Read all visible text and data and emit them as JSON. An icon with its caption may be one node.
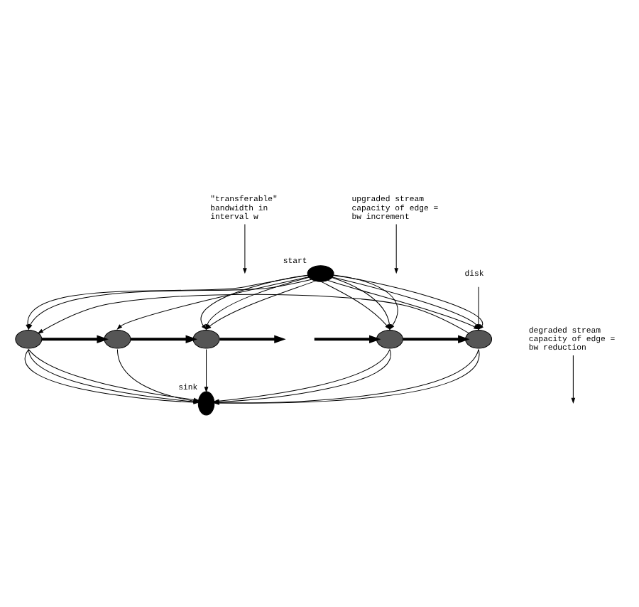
{
  "diagram": {
    "nodes": [
      {
        "text": [
          "\"transferable\" bandwidth in interval w"
        ]
      },
      {
        "text": [
          "upgraded stream capacity of edge = bw increment"
        ]
      },
      {
        "text": [],
        "shape": "ellipse",
        "beside": [
          "start"
        ]
      },
      {
        "text": [
          "disk"
        ]
      },
      {
        "text": [],
        "shape": "ellipse"
      },
      {
        "text": [],
        "shape": "ellipse"
      },
      {
        "text": [],
        "shape": "ellipse"
      },
      {
        "text": [],
        "shape": "ellipse"
      },
      {
        "text": [],
        "shape": "ellipse"
      },
      {
        "text": [],
        "shape": "ellipse",
        "beside": [
          "sink"
        ]
      },
      {
        "text": [
          "degraded stream capacity of edge = bw reduction"
        ]
      }
    ],
    "edges": [
      {
        "from": 2,
        "to": 4,
        "arrow": "to"
      },
      {
        "from": 2,
        "to": 4,
        "arrow": "to"
      },
      {
        "from": 2,
        "to": 5,
        "arrow": "to"
      },
      {
        "from": 2,
        "to": 6,
        "arrow": "to"
      },
      {
        "from": 2,
        "to": 6,
        "arrow": "to"
      },
      {
        "from": 2,
        "to": 6,
        "arrow": "to"
      },
      {
        "from": 2,
        "to": 7,
        "arrow": "to"
      },
      {
        "from": 2,
        "to": 7,
        "arrow": "to"
      },
      {
        "from": 2,
        "to": 7,
        "arrow": "to"
      },
      {
        "from": 2,
        "to": 8,
        "arrow": "to"
      },
      {
        "from": 2,
        "to": 8,
        "arrow": "to"
      },
      {
        "from": 2,
        "to": 8,
        "arrow": "to"
      },
      {
        "from": 4,
        "to": 5,
        "arrow": "to",
        "style": "thick"
      },
      {
        "from": 5,
        "to": 6,
        "arrow": "to",
        "style": "thick"
      },
      {
        "from": 6,
        "to": null,
        "arrow": "to",
        "style": "thick"
      },
      {
        "from": null,
        "to": 7,
        "arrow": "to",
        "style": "thick"
      },
      {
        "from": 7,
        "to": 8,
        "arrow": "to",
        "style": "thick"
      },
      {
        "from": 8,
        "to": 4,
        "arrow": "to"
      },
      {
        "from": 4,
        "to": 9,
        "arrow": "to"
      },
      {
        "from": 4,
        "to": 9,
        "arrow": "to"
      },
      {
        "from": 4,
        "to": 9,
        "arrow": "to"
      },
      {
        "from": 5,
        "to": 9,
        "arrow": "to"
      },
      {
        "from": 6,
        "to": 9,
        "arrow": "to"
      },
      {
        "from": 7,
        "to": 9,
        "arrow": "to"
      },
      {
        "from": 7,
        "to": 9,
        "arrow": "to"
      },
      {
        "from": 8,
        "to": 9,
        "arrow": "to"
      },
      {
        "from": 8,
        "to": 9,
        "arrow": "to"
      },
      {
        "from": 0,
        "to": null,
        "arrow": "to"
      },
      {
        "from": 1,
        "to": null,
        "arrow": "to"
      },
      {
        "from": 3,
        "to": 8,
        "arrow": "to"
      },
      {
        "from": 10,
        "to": null,
        "arrow": "to"
      }
    ]
  }
}
